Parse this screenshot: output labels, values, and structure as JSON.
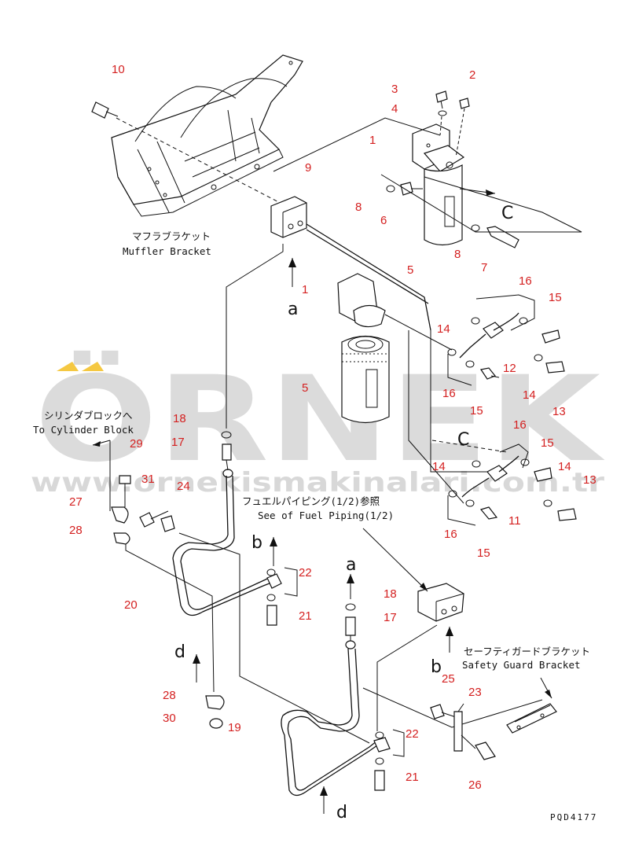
{
  "colors": {
    "callout": "#d42020",
    "line": "#111111",
    "watermark": "#cfcfcf",
    "watermark_accent": "#f5c842"
  },
  "labels": {
    "muffler_bracket_jp": "マフラブラケット",
    "muffler_bracket_en": "Muffler Bracket",
    "cylinder_block_jp": "シリンダブロックへ",
    "cylinder_block_en": "To Cylinder Block",
    "fuel_piping_jp": "フュエルパイピング(1/2)参照",
    "fuel_piping_en": "See of Fuel Piping(1/2)",
    "safety_guard_jp": "セーフティガードブラケット",
    "safety_guard_en": "Safety Guard Bracket"
  },
  "letters": {
    "a1": "a",
    "a2": "a",
    "b1": "b",
    "b2": "b",
    "c1": "C",
    "c2": "C",
    "d1": "d",
    "d2": "d"
  },
  "watermark": {
    "brand": "ÖRNEK",
    "url": "www.ornekismakinalari.com.tr"
  },
  "drawing_code": "PQD4177",
  "callouts": [
    "10",
    "3",
    "2",
    "4",
    "1",
    "9",
    "8",
    "6",
    "5",
    "8",
    "7",
    "1",
    "16",
    "15",
    "14",
    "12",
    "14",
    "13",
    "5",
    "16",
    "15",
    "16",
    "15",
    "14",
    "13",
    "14",
    "11",
    "16",
    "15",
    "18",
    "17",
    "29",
    "31",
    "24",
    "27",
    "28",
    "22",
    "21",
    "20",
    "18",
    "17",
    "28",
    "30",
    "19",
    "22",
    "21",
    "25",
    "23",
    "26"
  ]
}
